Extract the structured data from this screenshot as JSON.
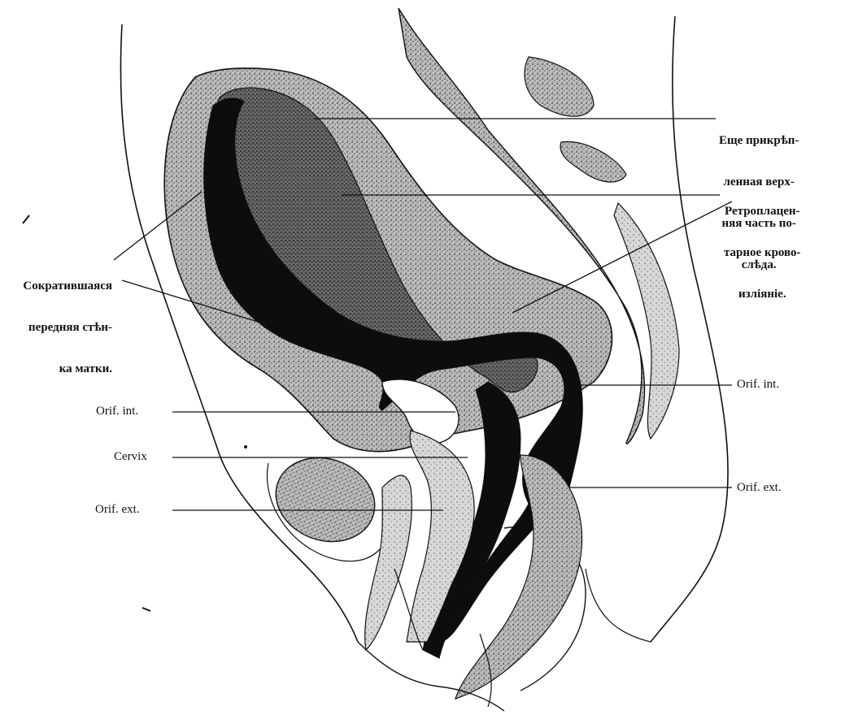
{
  "labels": {
    "placenta_attached": [
      "Еще прикрѣп-",
      "ленная верх-",
      "няя часть по-",
      "слѣда."
    ],
    "retroplacental": [
      "Ретроплацен-",
      "тарное крово-",
      "изліяніе."
    ],
    "anterior_wall": [
      "Сократившаяся",
      "передняя стѣн-",
      "ка матки."
    ],
    "orif_int_right": "Orif. int.",
    "orif_ext_right": "Orif. ext.",
    "orif_int_left": "Orif. int.",
    "cervix_left": "Cervix",
    "orif_ext_left": "Orif. ext."
  },
  "colors": {
    "ink": "#111111",
    "blood": "#0d0d0d",
    "tissue": "#9a9a9a",
    "paper": "#ffffff"
  }
}
